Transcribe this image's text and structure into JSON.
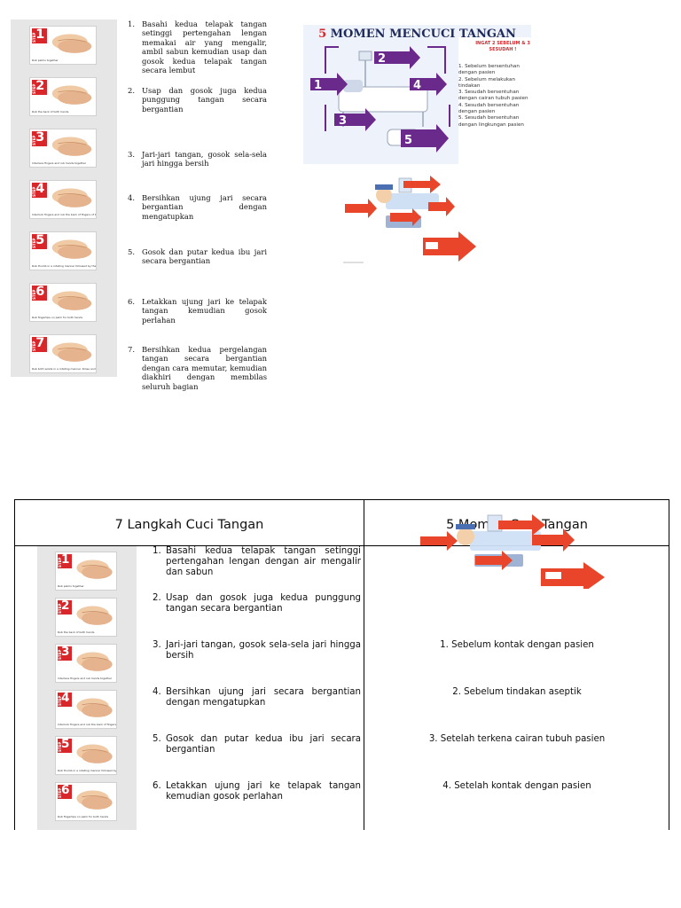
{
  "top_section": {
    "steps": [
      {
        "n": "1",
        "badge": "STEP",
        "caption": "Rub palms together"
      },
      {
        "n": "2",
        "badge": "STEP",
        "caption": "Rub the back of both hands"
      },
      {
        "n": "3",
        "badge": "STEP",
        "caption": "Interlace fingers and rub hands together"
      },
      {
        "n": "4",
        "badge": "STEP",
        "caption": "Interlock fingers and rub the back of fingers of both hands"
      },
      {
        "n": "5",
        "badge": "STEP",
        "caption": "Rub thumb in a rotating manner followed by the area between index finger and thumb for both hands"
      },
      {
        "n": "6",
        "badge": "STEP",
        "caption": "Rub fingertips on palm for both hands"
      },
      {
        "n": "7",
        "badge": "STEP",
        "caption": "Rub both wrists in a rotating manner. Rinse and dry thoroughly"
      }
    ],
    "items": [
      {
        "num": "1.",
        "text": "Basahi kedua telapak tangan setinggi pertengahan lengan memakai air yang mengalir, ambil sabun kemudian usap dan gosok kedua telapak tangan secara lembut"
      },
      {
        "num": "2.",
        "text": "Usap dan gosok juga kedua punggung tangan secara bergantian"
      },
      {
        "num": "3.",
        "text": "Jari-jari tangan, gosok sela-sela jari hingga bersih"
      },
      {
        "num": "4.",
        "text": "Bersihkan ujung jari secara bergantian dengan mengatupkan"
      },
      {
        "num": "5.",
        "text": "Gosok dan putar kedua ibu jari secara bergantian"
      },
      {
        "num": "6.",
        "text": "Letakkan ujung jari ke telapak tangan kemudian gosok perlahan"
      },
      {
        "num": "7.",
        "text": "Bersihkan kedua pergelangan tangan secara bergantian dengan cara memutar, kemudian diakhiri dengan membilas seluruh bagian"
      }
    ],
    "poster": {
      "title_num": "5",
      "title_text": "MOMEN MENCUCI TANGAN",
      "ingat_line1": "INGAT 2 SEBELUM & 3",
      "ingat_line2": "SESUDAH !",
      "list": [
        "1. Sebelum bersentuhan dengan pasien",
        "2. Sebelum melakukan tindakan",
        "3. Sesudah bersentuhan dengan cairan tubuh pasien",
        "4. Sesudah bersentuhan dengan pasien",
        "5. Sesudah bersentuhan dengan lingkungan pasien"
      ]
    }
  },
  "table": {
    "header_left": "7 Langkah Cuci Tangan",
    "header_right": "5 Momen Cuci Tangan",
    "left_items": [
      {
        "num": "1.",
        "text": "Basahi kedua telapak tangan setinggi pertengahan lengan dengan air mengalir dan sabun"
      },
      {
        "num": "2.",
        "text": "Usap dan gosok juga kedua punggung tangan secara bergantian"
      },
      {
        "num": "3.",
        "text": "Jari-jari tangan, gosok sela-sela jari hingga bersih"
      },
      {
        "num": "4.",
        "text": "Bersihkan ujung jari secara bergantian dengan mengatupkan"
      },
      {
        "num": "5.",
        "text": "Gosok dan putar kedua ibu jari secara bergantian"
      },
      {
        "num": "6.",
        "text": "Letakkan ujung jari ke telapak tangan kemudian gosok perlahan"
      }
    ],
    "right_items": [
      "1.   Sebelum kontak dengan pasien",
      "2.   Sebelum tindakan aseptik",
      "3.   Setelah terkena cairan tubuh pasien",
      "4.   Setelah kontak dengan pasien"
    ]
  }
}
